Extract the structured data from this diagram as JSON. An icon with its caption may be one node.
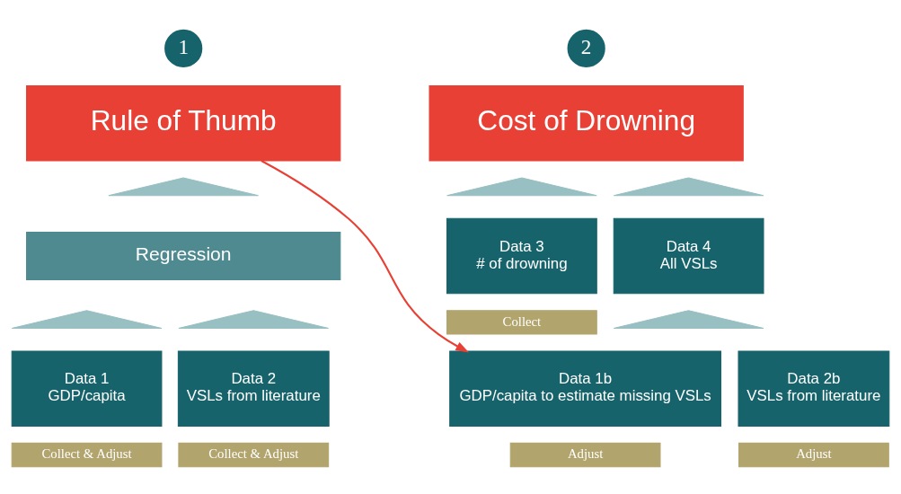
{
  "diagram": {
    "nodes": [
      {
        "text": [
          "1"
        ]
      },
      {
        "text": [
          "Rule of Thumb"
        ]
      },
      {
        "text": [],
        "shape": "triangle"
      },
      {
        "text": [
          "Regression"
        ]
      },
      {
        "text": [],
        "shape": "triangle"
      },
      {
        "text": [],
        "shape": "triangle"
      },
      {
        "text": [
          "Data 1",
          "GDP/capita"
        ]
      },
      {
        "text": [
          "Data 2",
          "VSLs from literature"
        ]
      },
      {
        "text": [
          "Collect & Adjust"
        ]
      },
      {
        "text": [
          "Collect & Adjust"
        ]
      },
      {
        "text": [
          "2"
        ]
      },
      {
        "text": [
          "Cost of Drowning"
        ]
      },
      {
        "text": [],
        "shape": "triangle"
      },
      {
        "text": [],
        "shape": "triangle"
      },
      {
        "text": [
          "Data 3",
          "# of drowning"
        ]
      },
      {
        "text": [
          "Data 4",
          "All VSLs"
        ]
      },
      {
        "text": [
          "Collect"
        ]
      },
      {
        "text": [],
        "shape": "triangle"
      },
      {
        "text": [
          "Data 1b",
          "GDP/capita to estimate missing VSLs"
        ]
      },
      {
        "text": [
          "Data 2b",
          "VSLs from literature"
        ]
      },
      {
        "text": [
          "Adjust"
        ]
      },
      {
        "text": [
          "Adjust"
        ]
      }
    ],
    "edges": [
      {
        "from": 1,
        "to": 18,
        "arrow": "to",
        "color": "#e84035"
      }
    ]
  }
}
